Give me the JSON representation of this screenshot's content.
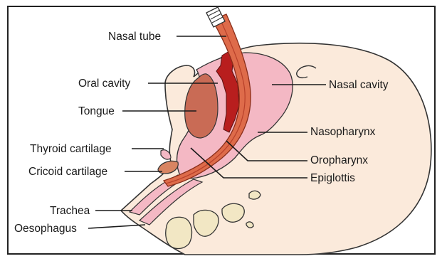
{
  "diagram": {
    "labels": {
      "nasal_tube": "Nasal tube",
      "oral_cavity": "Oral cavity",
      "tongue": "Tongue",
      "thyroid_cartilage": "Thyroid cartilage",
      "cricoid_cartilage": "Cricoid cartilage",
      "trachea": "Trachea",
      "oesophagus": "Oesophagus",
      "nasal_cavity": "Nasal cavity",
      "nasopharynx": "Nasopharynx",
      "oropharynx": "Oropharynx",
      "epiglottis": "Epiglottis"
    },
    "colors": {
      "skin": "#FBEADB",
      "cavity_pink": "#F4B8C4",
      "tongue": "#C96B55",
      "tube": "#DE6B4A",
      "tube_dark": "#B8402A",
      "mouth_dark": "#B81E1E",
      "cartilage": "#D88462",
      "bone": "#F2E7C4",
      "outline": "#333333"
    }
  }
}
